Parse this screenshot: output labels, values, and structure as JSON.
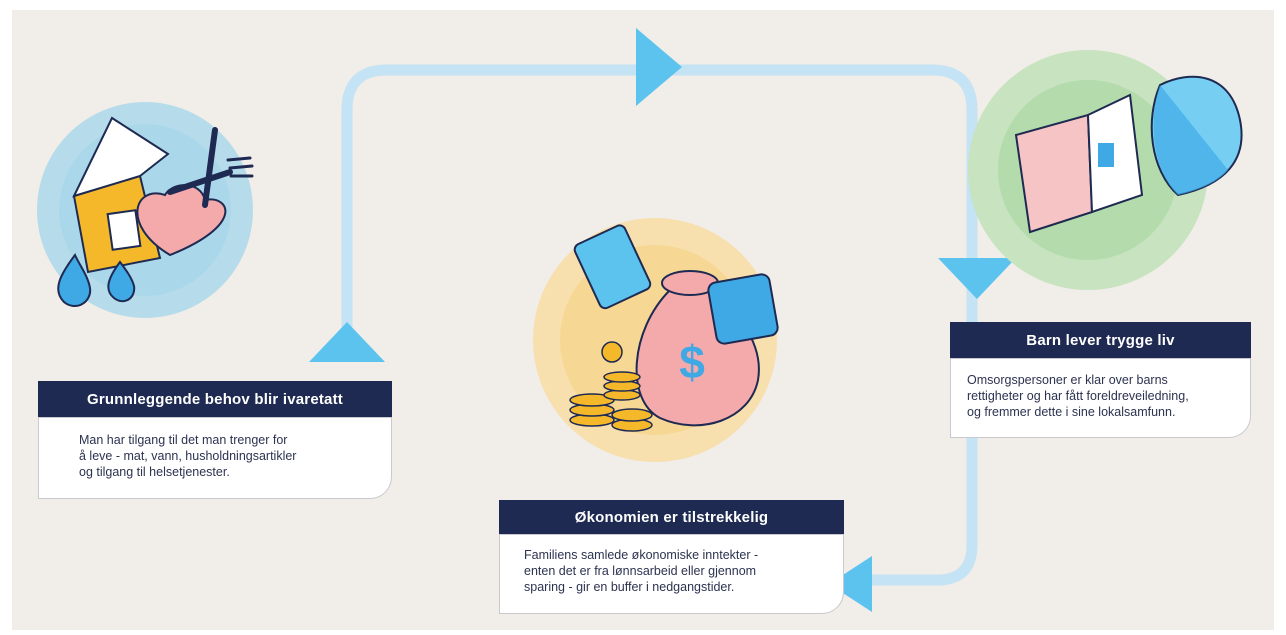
{
  "cards": {
    "basic_needs": {
      "title": "Grunnleggende behov blir ivaretatt",
      "lines": [
        "Man har tilgang til det man trenger for",
        "å leve - mat, vann, husholdningsartikler",
        "og tilgang til helsetjenester."
      ]
    },
    "economy": {
      "title": "Økonomien er tilstrekkelig",
      "lines": [
        "Familiens samlede økonomiske inntekter -",
        "enten det er fra lønnsarbeid eller gjennom",
        "sparing - gir en buffer i nedgangstider."
      ]
    },
    "safe_lives": {
      "title": "Barn lever trygge liv",
      "lines": [
        "Omsorgspersoner er klar over barns",
        "rettigheter og har fått foreldreveiledning,",
        "og fremmer dette i sine lokalsamfunn."
      ]
    }
  },
  "colors": {
    "background": "#f1ede8",
    "arrow": "#c4e3f4",
    "arrowhead": "#5cc3ef",
    "title_bg": "#1e2a52",
    "house_circle": "#b6dceb",
    "money_circle": "#f8dfae",
    "book_circle": "#c7e3bf"
  },
  "icons": [
    "house-heart-illustration",
    "money-bag-illustration",
    "book-shield-illustration"
  ]
}
